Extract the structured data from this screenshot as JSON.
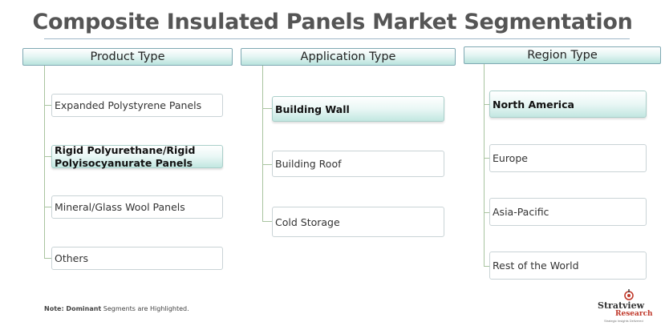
{
  "title": "Composite Insulated Panels Market Segmentation",
  "columns": [
    {
      "header": "Product Type",
      "items": [
        {
          "label": "Expanded Polystyrene Panels",
          "highlight": false
        },
        {
          "label": "Rigid Polyurethane/Rigid Polyisocyanurate Panels",
          "highlight": true
        },
        {
          "label": "Mineral/Glass Wool Panels",
          "highlight": false
        },
        {
          "label": "Others",
          "highlight": false
        }
      ]
    },
    {
      "header": "Application Type",
      "items": [
        {
          "label": "Building Wall",
          "highlight": true
        },
        {
          "label": "Building Roof",
          "highlight": false
        },
        {
          "label": "Cold Storage",
          "highlight": false
        }
      ]
    },
    {
      "header": "Region Type",
      "items": [
        {
          "label": "North America",
          "highlight": true
        },
        {
          "label": "Europe",
          "highlight": false
        },
        {
          "label": "Asia-Pacific",
          "highlight": false
        },
        {
          "label": "Rest of the World",
          "highlight": false
        }
      ]
    }
  ],
  "note": {
    "prefix": "Note: Dominant",
    "text": " Segments are Highlighted."
  },
  "logo": {
    "name": "Stratview",
    "sub": "Research",
    "tagline": "Strategic Insights Delivered"
  },
  "colors": {
    "highlight": "#c2e7e1",
    "connector": "#a9c4a0",
    "title": "#555555"
  }
}
